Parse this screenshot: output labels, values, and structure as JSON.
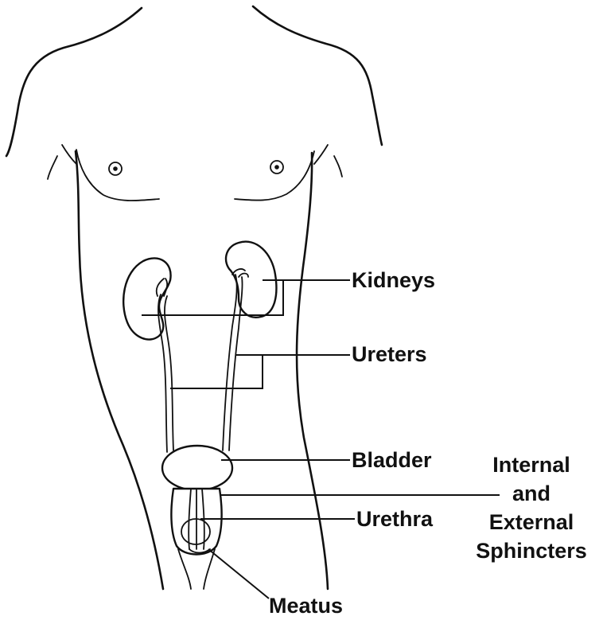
{
  "labels": {
    "kidneys": "Kidneys",
    "ureters": "Ureters",
    "bladder": "Bladder",
    "urethra": "Urethra",
    "meatus": "Meatus",
    "sphincters": [
      "Internal",
      "and",
      "External",
      "Sphincters"
    ]
  }
}
